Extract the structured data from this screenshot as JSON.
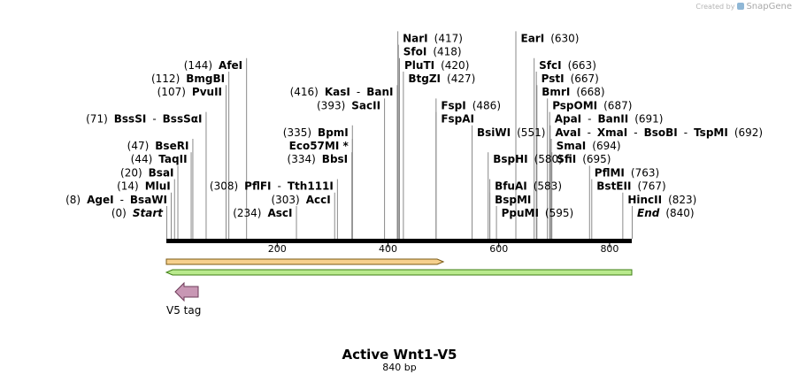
{
  "credit": {
    "prefix": "Created by",
    "brand": "SnapGene"
  },
  "map": {
    "title": "Active Wnt1-V5",
    "length_label": "840 bp",
    "length_bp": 840,
    "ticks": [
      {
        "pos": 200,
        "label": "200"
      },
      {
        "pos": 400,
        "label": "400"
      },
      {
        "pos": 600,
        "label": "600"
      },
      {
        "pos": 800,
        "label": "800"
      }
    ],
    "sites": [
      {
        "names": [
          "Start"
        ],
        "italic": true,
        "coord": "(0)",
        "pos": 0,
        "side": "left",
        "row": 0
      },
      {
        "names": [
          "AgeI",
          "BsaWI"
        ],
        "coord": "(8)",
        "pos": 8,
        "side": "left",
        "row": 1
      },
      {
        "names": [
          "MluI"
        ],
        "coord": "(14)",
        "pos": 14,
        "side": "left",
        "row": 2
      },
      {
        "names": [
          "BsaI"
        ],
        "coord": "(20)",
        "pos": 20,
        "side": "left",
        "row": 3
      },
      {
        "names": [
          "TaqII"
        ],
        "coord": "(44)",
        "pos": 44,
        "side": "left",
        "row": 4
      },
      {
        "names": [
          "BseRI"
        ],
        "coord": "(47)",
        "pos": 47,
        "side": "left",
        "row": 5
      },
      {
        "names": [
          "BssSI",
          "BssSαI"
        ],
        "coord": "(71)",
        "pos": 71,
        "side": "left",
        "row": 7
      },
      {
        "names": [
          "PvuII"
        ],
        "coord": "(107)",
        "pos": 107,
        "side": "left",
        "row": 9
      },
      {
        "names": [
          "BmgBI"
        ],
        "coord": "(112)",
        "pos": 112,
        "side": "left",
        "row": 10
      },
      {
        "names": [
          "AfeI"
        ],
        "coord": "(144)",
        "pos": 144,
        "side": "left",
        "row": 11
      },
      {
        "names": [
          "AscI"
        ],
        "coord": "(234)",
        "pos": 234,
        "side": "left",
        "row": 0
      },
      {
        "names": [
          "AccI"
        ],
        "coord": "(303)",
        "pos": 303,
        "side": "left",
        "row": 1
      },
      {
        "names": [
          "PflFI",
          "Tth111I"
        ],
        "coord": "(308)",
        "pos": 308,
        "side": "left",
        "row": 2
      },
      {
        "names": [
          "BbsI"
        ],
        "coord": "(334)",
        "pos": 334,
        "side": "left",
        "row": 4
      },
      {
        "names": [
          "Eco57MI *"
        ],
        "coord": "",
        "pos": 335,
        "side": "left",
        "row": 5
      },
      {
        "names": [
          "BpmI"
        ],
        "coord": "(335)",
        "pos": 335,
        "side": "left",
        "row": 6
      },
      {
        "names": [
          "SacII"
        ],
        "coord": "(393)",
        "pos": 393,
        "side": "left",
        "row": 8
      },
      {
        "names": [
          "KasI",
          "BanI"
        ],
        "coord": "(416)",
        "pos": 416,
        "side": "left",
        "row": 9
      },
      {
        "names": [
          "NarI"
        ],
        "coord": "(417)",
        "pos": 417,
        "side": "right",
        "row": 13
      },
      {
        "names": [
          "SfoI"
        ],
        "coord": "(418)",
        "pos": 418,
        "side": "right",
        "row": 12
      },
      {
        "names": [
          "PluTI"
        ],
        "coord": "(420)",
        "pos": 420,
        "side": "right",
        "row": 11
      },
      {
        "names": [
          "BtgZI"
        ],
        "coord": "(427)",
        "pos": 427,
        "side": "right",
        "row": 10
      },
      {
        "names": [
          "FspI"
        ],
        "coord": "(486)",
        "pos": 486,
        "side": "right",
        "row": 8
      },
      {
        "names": [
          "FspAI"
        ],
        "coord": "",
        "pos": 486,
        "side": "right",
        "row": 7
      },
      {
        "names": [
          "BsiWI"
        ],
        "coord": "(551)",
        "pos": 551,
        "side": "right",
        "row": 6
      },
      {
        "names": [
          "BspHI"
        ],
        "coord": "(580)",
        "pos": 580,
        "side": "right",
        "row": 4
      },
      {
        "names": [
          "BfuAI"
        ],
        "coord": "(583)",
        "pos": 583,
        "side": "right",
        "row": 2
      },
      {
        "names": [
          "BspMI"
        ],
        "coord": "",
        "pos": 583,
        "side": "right",
        "row": 1
      },
      {
        "names": [
          "PpuMI"
        ],
        "coord": "(595)",
        "pos": 595,
        "side": "right",
        "row": 0
      },
      {
        "names": [
          "EarI"
        ],
        "coord": "(630)",
        "pos": 630,
        "side": "right",
        "row": 13
      },
      {
        "names": [
          "SfcI"
        ],
        "coord": "(663)",
        "pos": 663,
        "side": "right",
        "row": 11
      },
      {
        "names": [
          "PstI"
        ],
        "coord": "(667)",
        "pos": 667,
        "side": "right",
        "row": 10
      },
      {
        "names": [
          "BmrI"
        ],
        "coord": "(668)",
        "pos": 668,
        "side": "right",
        "row": 9
      },
      {
        "names": [
          "PspOMI"
        ],
        "coord": "(687)",
        "pos": 687,
        "side": "right",
        "row": 8
      },
      {
        "names": [
          "ApaI",
          "BanII"
        ],
        "coord": "(691)",
        "pos": 691,
        "side": "right",
        "row": 7
      },
      {
        "names": [
          "AvaI",
          "XmaI",
          "BsoBI",
          "TspMI"
        ],
        "coord": "(692)",
        "pos": 692,
        "side": "right",
        "row": 6
      },
      {
        "names": [
          "SmaI"
        ],
        "coord": "(694)",
        "pos": 694,
        "side": "right",
        "row": 5
      },
      {
        "names": [
          "SfiI"
        ],
        "coord": "(695)",
        "pos": 695,
        "side": "right",
        "row": 4
      },
      {
        "names": [
          "PflMI"
        ],
        "coord": "(763)",
        "pos": 763,
        "side": "right",
        "row": 3
      },
      {
        "names": [
          "BstEII"
        ],
        "coord": "(767)",
        "pos": 767,
        "side": "right",
        "row": 2
      },
      {
        "names": [
          "HincII"
        ],
        "coord": "(823)",
        "pos": 823,
        "side": "right",
        "row": 1
      },
      {
        "names": [
          "End"
        ],
        "italic": true,
        "coord": "(840)",
        "pos": 840,
        "side": "right",
        "row": 0
      }
    ],
    "features": [
      {
        "name": "",
        "start": 1,
        "end": 500,
        "direction": "forward",
        "fill": "#f6d08c",
        "stroke": "#7a5a16",
        "lane": 0
      },
      {
        "name": "",
        "start": 1,
        "end": 840,
        "direction": "reverse",
        "fill": "#b9ea8d",
        "stroke": "#3f7f15",
        "lane": 1
      },
      {
        "name": "V5 tag",
        "start": 1,
        "end": 42,
        "direction": "reverse",
        "fill": "#c897b4",
        "stroke": "#6d3b58",
        "lane": 2
      }
    ]
  }
}
